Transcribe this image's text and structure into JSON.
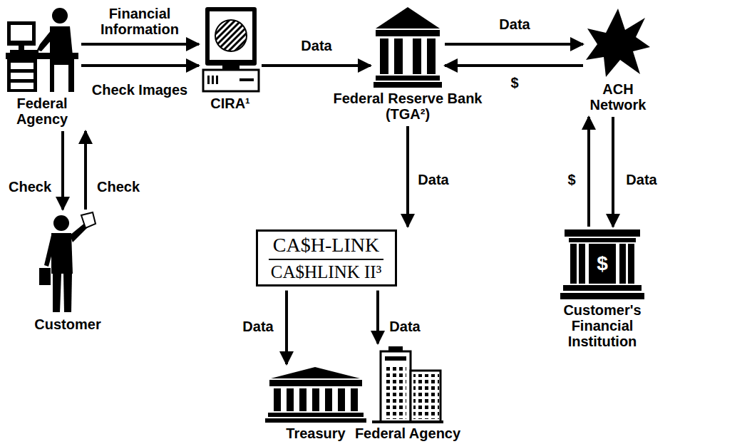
{
  "diagram": {
    "nodes": [
      {
        "text": [
          "Federal Agency"
        ]
      },
      {
        "text": [
          "CIRA¹"
        ]
      },
      {
        "text": [
          "Federal Reserve Bank (TGA²)"
        ]
      },
      {
        "text": [
          "ACH Network"
        ]
      },
      {
        "text": [
          "Customer"
        ]
      },
      {
        "text": [
          "CA$H-LINK",
          "CA$HLINK II³"
        ]
      },
      {
        "text": [
          "Customer's Financial Institution"
        ]
      },
      {
        "text": [
          "Treasury"
        ]
      },
      {
        "text": [
          "Federal Agency"
        ]
      }
    ],
    "edges": [
      {
        "from": 0,
        "to": 1,
        "label": "Financial Information",
        "arrow": "to"
      },
      {
        "from": 0,
        "to": 1,
        "label": "Check Images",
        "arrow": "to"
      },
      {
        "from": 0,
        "to": 4,
        "label": "Check",
        "arrow": "to"
      },
      {
        "from": 4,
        "to": 0,
        "label": "Check",
        "arrow": "to"
      },
      {
        "from": 1,
        "to": 2,
        "label": "Data",
        "arrow": "to"
      },
      {
        "from": 2,
        "to": 3,
        "label": "Data",
        "arrow": "to"
      },
      {
        "from": 3,
        "to": 2,
        "label": "$",
        "arrow": "to"
      },
      {
        "from": 2,
        "to": 5,
        "label": "Data",
        "arrow": "to"
      },
      {
        "from": 5,
        "to": 7,
        "label": "Data",
        "arrow": "to"
      },
      {
        "from": 5,
        "to": 8,
        "label": "Data",
        "arrow": "to"
      },
      {
        "from": 3,
        "to": 6,
        "label": "Data",
        "arrow": "to"
      },
      {
        "from": 6,
        "to": 3,
        "label": "$",
        "arrow": "to"
      }
    ],
    "labels": [
      "$"
    ]
  }
}
